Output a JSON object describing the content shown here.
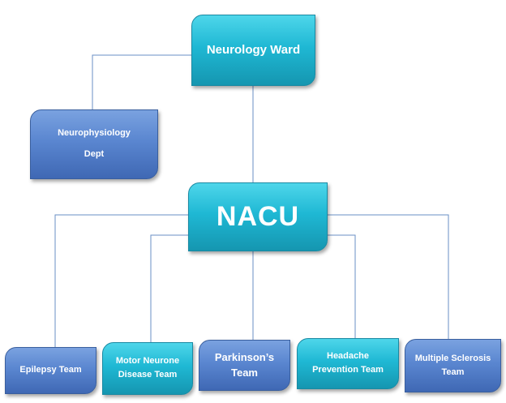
{
  "colors": {
    "teal": "#1fb8d4",
    "blue": "#5a86d0",
    "connector": "#6a8fc4"
  },
  "nodes": {
    "neurology_ward": "Neurology Ward",
    "neurophysiology_line1": "Neurophysiology",
    "neurophysiology_line2": "Dept",
    "nacu": "NACU",
    "epilepsy": "Epilepsy Team",
    "motor_neurone_line1": "Motor Neurone",
    "motor_neurone_line2": "Disease Team",
    "parkinsons_line1": "Parkinson’s",
    "parkinsons_line2": "Team",
    "headache_line1": "Headache",
    "headache_line2": "Prevention Team",
    "ms_line1": "Multiple Sclerosis",
    "ms_line2": "Team"
  }
}
